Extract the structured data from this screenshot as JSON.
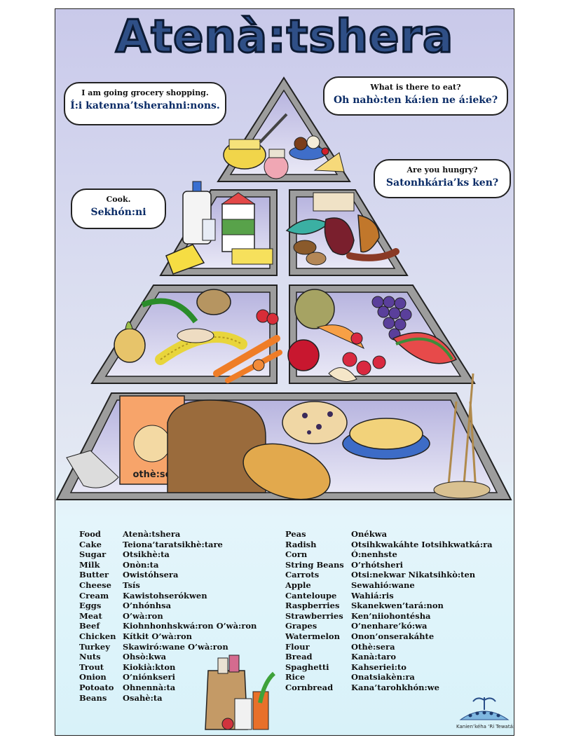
{
  "title": "Atenà:tshera",
  "bubbles": [
    {
      "id": "grocery",
      "english": "I am going grocery shopping.",
      "mohawk": "Í:i katenna’tsherahni:nons."
    },
    {
      "id": "eat",
      "english": "What is there to eat?",
      "mohawk": "Oh nahò:ten ká:ien ne á:ieke?"
    },
    {
      "id": "hungry",
      "english": "Are you hungry?",
      "mohawk": "Satonhkária’ks ken?"
    },
    {
      "id": "cook",
      "english": "Cook.",
      "mohawk": "Sekhón:ni"
    }
  ],
  "flour_bag_label": "othè:se",
  "logo_text": "Kanien’kéha ‘Ri Tewatá:ti",
  "vocabulary_left": [
    {
      "english": "Food",
      "mohawk": "Atenà:tshera"
    },
    {
      "english": "Cake",
      "mohawk": "Teiona’taratsikhè:tare"
    },
    {
      "english": "Sugar",
      "mohawk": "Otsikhè:ta"
    },
    {
      "english": "Milk",
      "mohawk": "Onòn:ta"
    },
    {
      "english": "Butter",
      "mohawk": "Owistóhsera"
    },
    {
      "english": "Cheese",
      "mohawk": "Tsís"
    },
    {
      "english": "Cream",
      "mohawk": "Kawistohserókwen"
    },
    {
      "english": "Eggs",
      "mohawk": "O’nhónhsa"
    },
    {
      "english": "Meat",
      "mohawk": "O’wà:ron"
    },
    {
      "english": "Beef",
      "mohawk": "Kiohnhonhskwá:ron O’wà:ron"
    },
    {
      "english": "Chicken",
      "mohawk": "Kítkit O’wà:ron"
    },
    {
      "english": "Turkey",
      "mohawk": "Skawiró:wane O’wà:ron"
    },
    {
      "english": "Nuts",
      "mohawk": "Ohsò:kwa"
    },
    {
      "english": "Trout",
      "mohawk": "Kiokià:kton"
    },
    {
      "english": "Onion",
      "mohawk": "O’niónkseri"
    },
    {
      "english": "Potoato",
      "mohawk": "Ohnennà:ta"
    },
    {
      "english": "Beans",
      "mohawk": "Osahè:ta"
    }
  ],
  "vocabulary_right": [
    {
      "english": "Peas",
      "mohawk": "Onékwa"
    },
    {
      "english": "Radish",
      "mohawk": "Otsihkwakáhte Iotsihkwatká:ra"
    },
    {
      "english": "Corn",
      "mohawk": "Ó:nenhste"
    },
    {
      "english": "String Beans",
      "mohawk": "O’rhótsheri"
    },
    {
      "english": "Carrots",
      "mohawk": "Otsi:nekwar Nikatsihkò:ten"
    },
    {
      "english": "Apple",
      "mohawk": "Sewahió:wane"
    },
    {
      "english": "Canteloupe",
      "mohawk": "Wahiá:ris"
    },
    {
      "english": "Raspberries",
      "mohawk": "Skanekwen’tará:non"
    },
    {
      "english": "Strawberries",
      "mohawk": "Ken’niiohontésha"
    },
    {
      "english": "Grapes",
      "mohawk": "O’nenhare’kó:wa"
    },
    {
      "english": "Watermelon",
      "mohawk": "Onon’onserakáhte"
    },
    {
      "english": "Flour",
      "mohawk": "Othè:sera"
    },
    {
      "english": "Bread",
      "mohawk": "Kanà:taro"
    },
    {
      "english": "Spaghetti",
      "mohawk": "Kahseriei:to"
    },
    {
      "english": "Rice",
      "mohawk": "Onatsiakèn:ra"
    },
    {
      "english": "Cornbread",
      "mohawk": "Kana’tarohkhón:we"
    }
  ],
  "colors": {
    "title": "#2f4f86",
    "mohawk_text": "#0a2b66",
    "pyramid_fill": "#c6c4e4"
  }
}
